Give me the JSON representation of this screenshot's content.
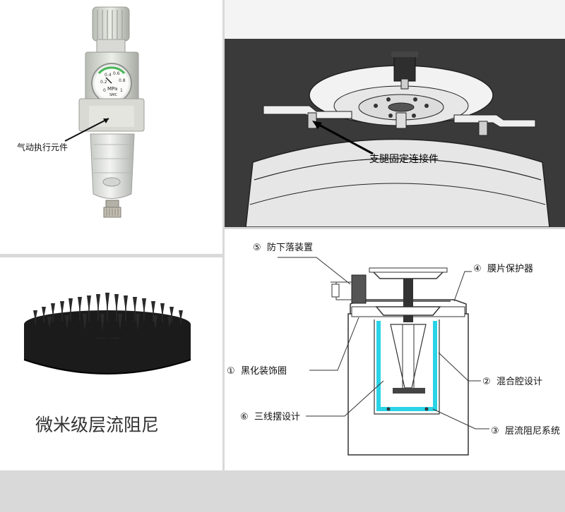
{
  "panels": {
    "top_left": {
      "callout_label": "气动执行元件",
      "gauge_unit": "MPa",
      "brand": "SMC"
    },
    "top_right": {
      "callout_label": "支腿固定连接件"
    },
    "bottom_left": {
      "caption": "微米级层流阻尼"
    },
    "bottom_right": {
      "labels": [
        {
          "num": "⑤",
          "text": "防下落装置"
        },
        {
          "num": "④",
          "text": "膜片保护器"
        },
        {
          "num": "①",
          "text": "黑化装饰圈"
        },
        {
          "num": "②",
          "text": "混合腔设计"
        },
        {
          "num": "⑥",
          "text": "三线摆设计"
        },
        {
          "num": "③",
          "text": "层流阻尼系统"
        }
      ]
    }
  },
  "colors": {
    "cyan_chamber": "#2bd3e6",
    "background": "#d9d9d9",
    "cad_background": "#3b3b3b"
  }
}
